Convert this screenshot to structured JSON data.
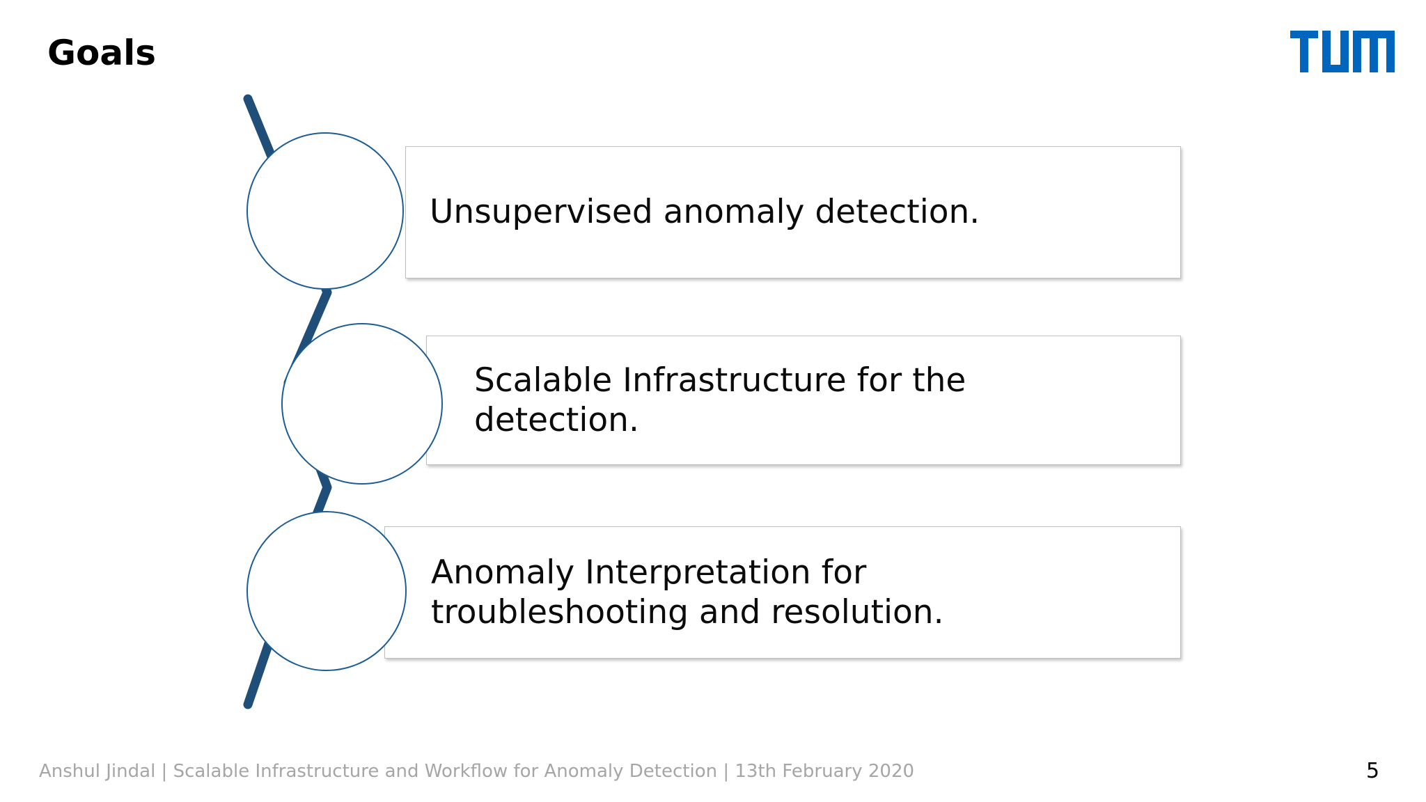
{
  "slide": {
    "title": "Goals",
    "page_number": "5",
    "background_color": "#ffffff"
  },
  "logo": {
    "name": "TUM",
    "color": "#0065BD"
  },
  "theme": {
    "connector_color": "#1F4E79",
    "circle_outline_color": "#1C5D95",
    "box_border_color": "#BFBFBF",
    "footer_color": "#A6A6A6",
    "title_color": "#000000"
  },
  "goals": [
    {
      "id": "goal-1",
      "text": "Unsupervised  anomaly detection."
    },
    {
      "id": "goal-2",
      "text": "Scalable Infrastructure for the\ndetection."
    },
    {
      "id": "goal-3",
      "text": "Anomaly Interpretation for\ntroubleshooting and resolution."
    }
  ],
  "footer": {
    "text": "Anshul Jindal | Scalable Infrastructure and Workflow for Anomaly Detection | 13th February 2020"
  }
}
